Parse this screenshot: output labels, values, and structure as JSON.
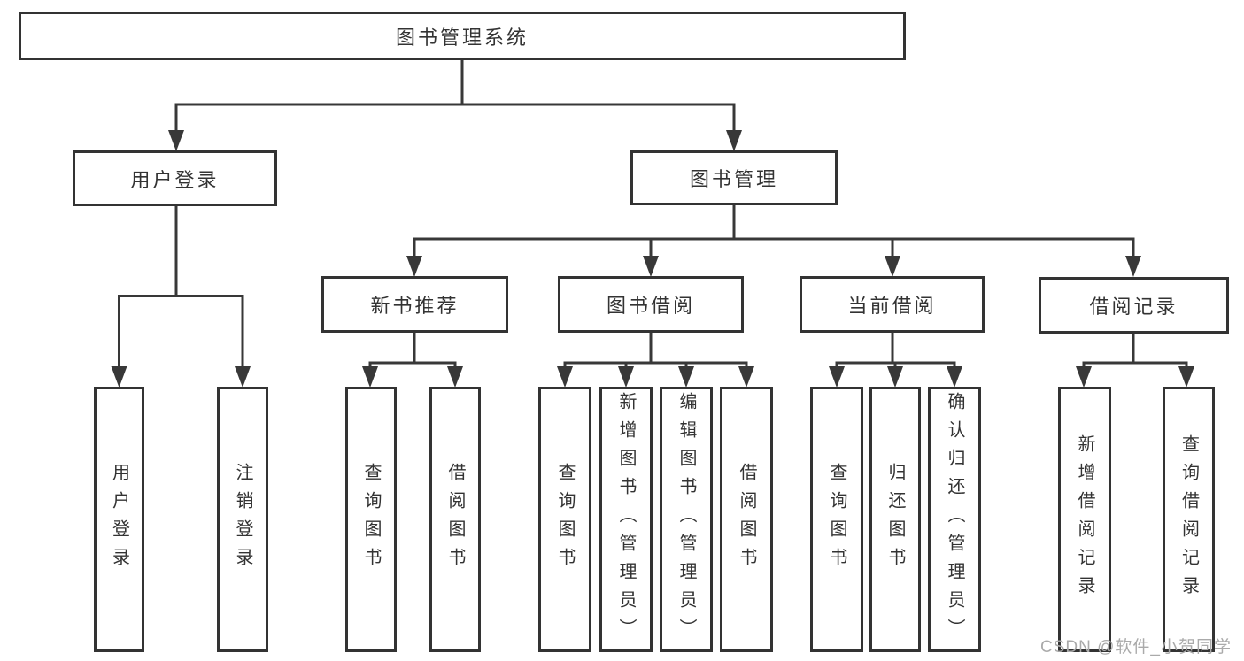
{
  "diagram": {
    "root": "图书管理系统",
    "level2": {
      "user_login": "用户登录",
      "book_management": "图书管理"
    },
    "level3": {
      "new_books": "新书推荐",
      "borrowing": "图书借阅",
      "current": "当前借阅",
      "records": "借阅记录"
    },
    "leaves": {
      "login": [
        "用户登录",
        "注销登录"
      ],
      "new_books": [
        "查询图书",
        "借阅图书"
      ],
      "borrowing": [
        "查询图书",
        "新增图书（管理员）",
        "编辑图书（管理员）",
        "借阅图书"
      ],
      "current": [
        "查询图书",
        "归还图书",
        "确认归还（管理员）"
      ],
      "records": [
        "新增借阅记录",
        "查询借阅记录"
      ]
    },
    "colors": {
      "line": "#383838",
      "border": "#333333",
      "text": "#333333",
      "watermark": "#aaaaaa",
      "background": "#ffffff"
    }
  },
  "watermark": "CSDN @软件_小贺同学"
}
